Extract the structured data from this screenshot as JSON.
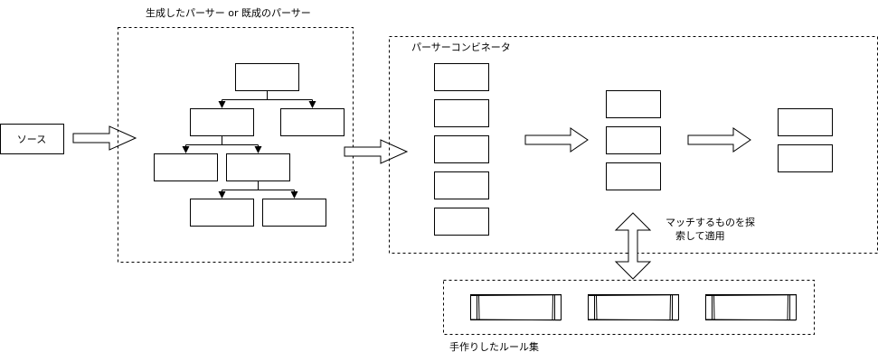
{
  "labels": {
    "source": "ソース",
    "parser_group": "生成したパーサー or 既成のパーサー",
    "combinator_group": "パーサーコンビネータ",
    "search_apply": "マッチするものを探\n索して適用",
    "search_apply_line1": "マッチするものを探",
    "search_apply_line2": "索して適用",
    "rules_group": "手作りしたルール集"
  },
  "colors": {
    "stroke": "#000000",
    "background": "#ffffff"
  }
}
